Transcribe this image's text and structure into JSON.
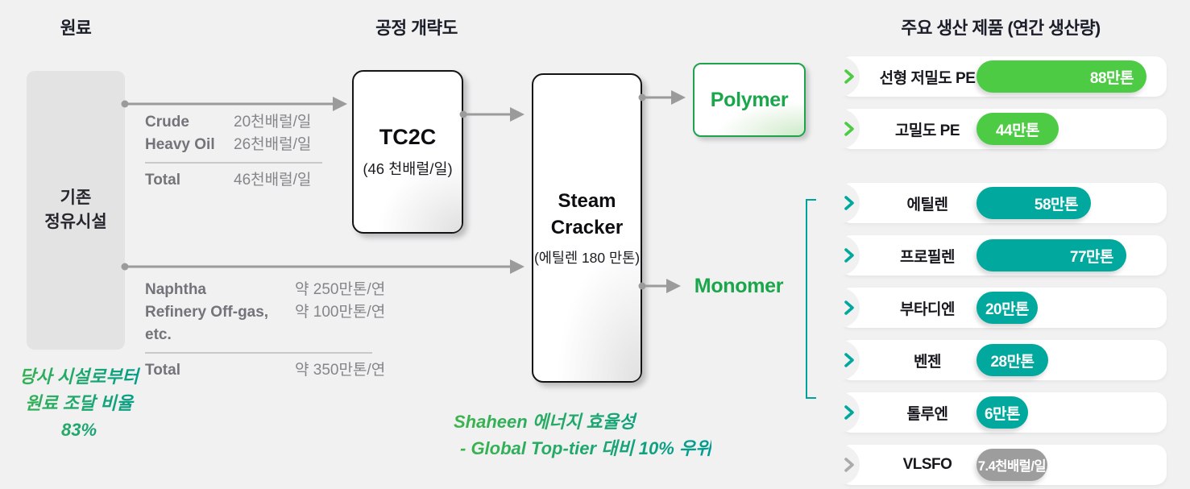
{
  "colors": {
    "bg": "#f1f1f2",
    "green": "#4ecb44",
    "teal": "#00a89d",
    "gray_pill": "#9d9d9d",
    "green_text": "#1aa64b",
    "arrow": "#9b9b9b",
    "box_border": "#141414",
    "grad_start": "#3eb44a",
    "grad_end": "#009b90",
    "title": "#1b1e28",
    "feed_label": "#73737a",
    "feed_value": "#85858a",
    "bracket": "#00a39b"
  },
  "headers": {
    "left": "원료",
    "center": "공정 개략도",
    "right": "주요 생산 제품 (연간 생산량)"
  },
  "source_box": {
    "line1": "기존",
    "line2": "정유시설"
  },
  "feed_daily": {
    "rows": [
      {
        "label": "Crude",
        "value": "20천배럴/일"
      },
      {
        "label": "Heavy Oil",
        "value": "26천배럴/일"
      }
    ],
    "total_label": "Total",
    "total_value": "46천배럴/일"
  },
  "feed_annual": {
    "rows": [
      {
        "label": "Naphtha",
        "value": "약 250만톤/연"
      },
      {
        "label": "Refinery Off-gas, etc.",
        "value": "약 100만톤/연"
      }
    ],
    "total_label": "Total",
    "total_value": "약 350만톤/연"
  },
  "supply_note": {
    "line1": "당사 시설로부터",
    "line2": "원료 조달 비율",
    "line3": "83%"
  },
  "tc2c": {
    "title": "TC2C",
    "subtitle": "(46 천배럴/일)"
  },
  "steam_cracker": {
    "title_line1": "Steam",
    "title_line2": "Cracker",
    "subtitle": "(에틸렌 180 만톤)"
  },
  "polymer_label": "Polymer",
  "monomer_label": "Monomer",
  "efficiency_note": {
    "line1": "Shaheen 에너지 효율성",
    "line2": "- Global Top-tier 대비 10% 우위"
  },
  "right_panel": {
    "products": [
      {
        "label": "선형 저밀도 PE",
        "value": "88만톤",
        "color": "green",
        "pill_width": 211
      },
      {
        "label": "고밀도 PE",
        "value": "44만톤",
        "color": "green",
        "pill_width": 102
      },
      {
        "label": "에틸렌",
        "value": "58만톤",
        "color": "teal",
        "pill_width": 142
      },
      {
        "label": "프로필렌",
        "value": "77만톤",
        "color": "teal",
        "pill_width": 186
      },
      {
        "label": "부타디엔",
        "value": "20만톤",
        "color": "teal",
        "pill_width": 76
      },
      {
        "label": "벤젠",
        "value": "28만톤",
        "color": "teal",
        "pill_width": 89
      },
      {
        "label": "톨루엔",
        "value": "6만톤",
        "color": "teal",
        "pill_width": 64
      },
      {
        "label": "VLSFO",
        "value": "7.4천배럴/일",
        "color": "gray",
        "pill_width": 88
      }
    ]
  }
}
